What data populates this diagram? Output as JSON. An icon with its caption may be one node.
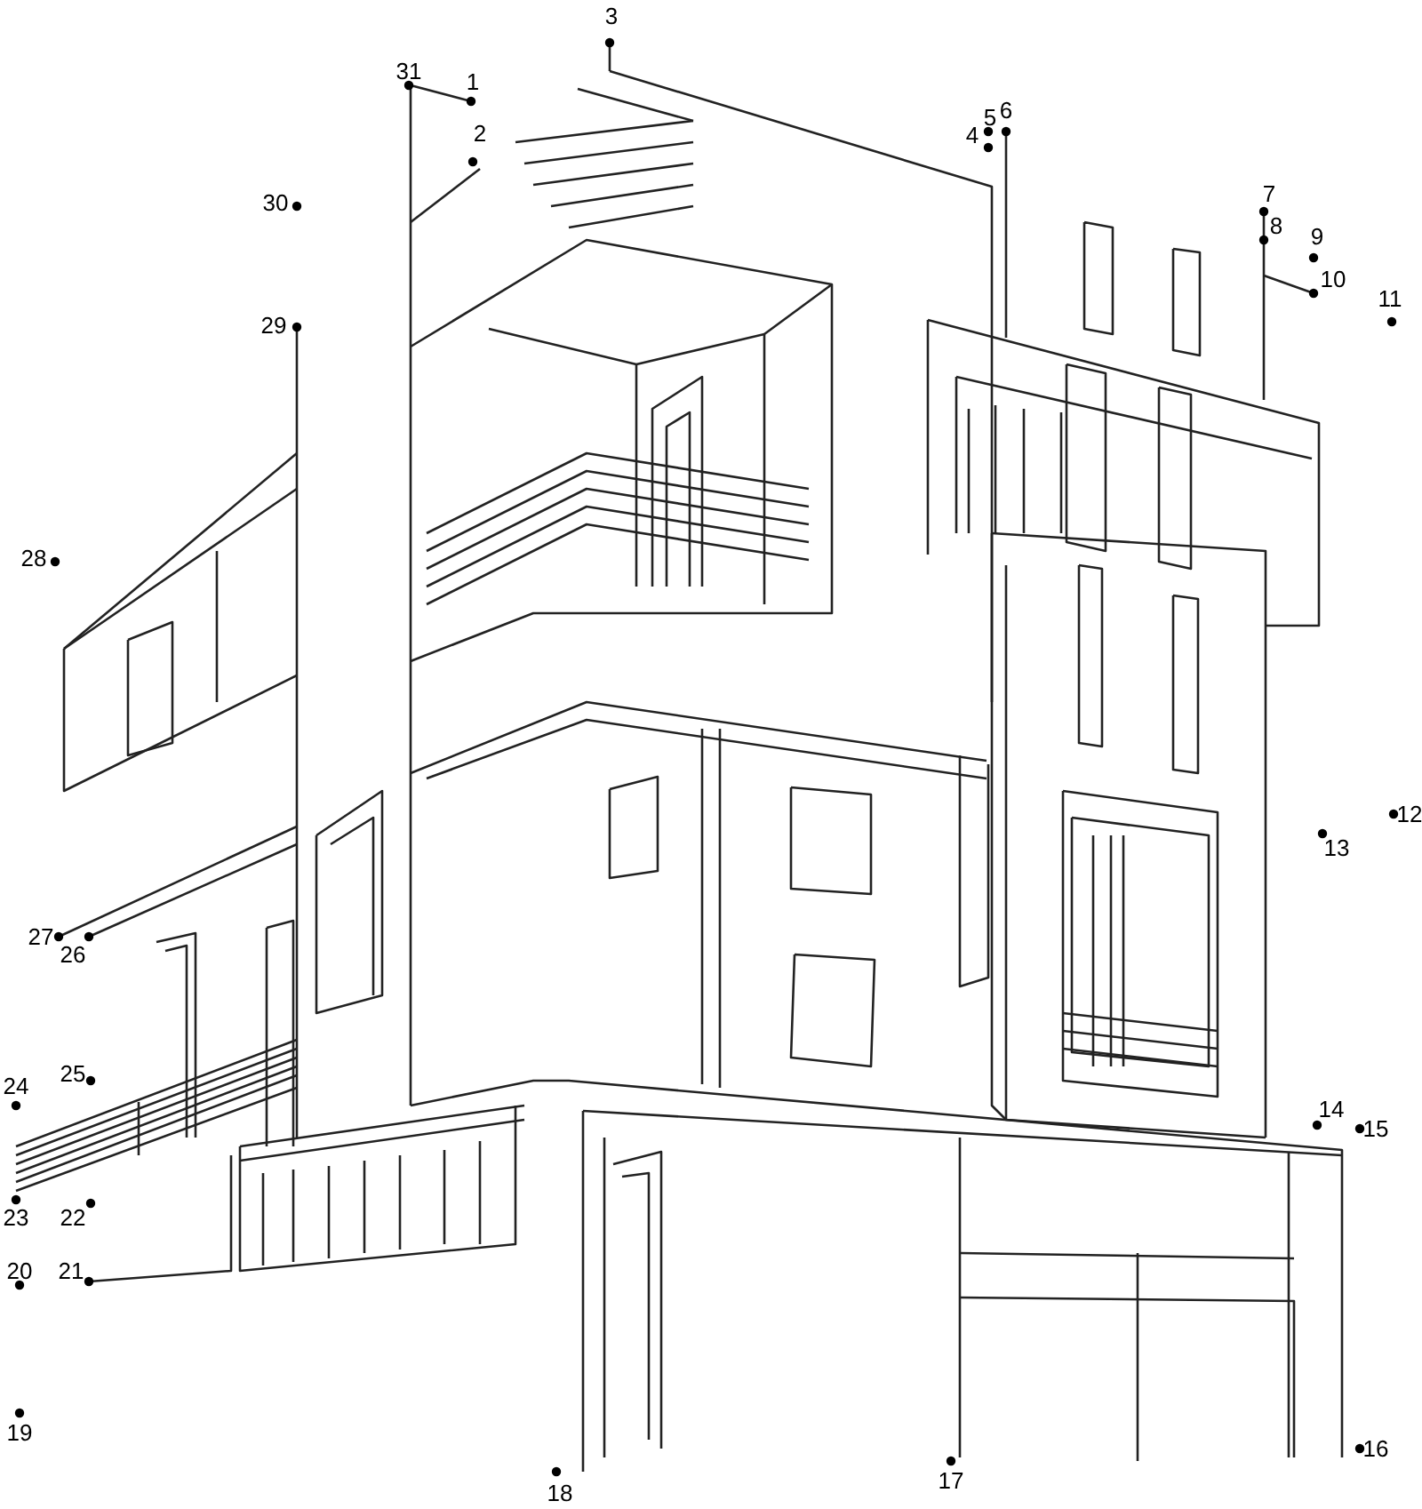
{
  "diagram": {
    "labels": [
      "1",
      "2",
      "3",
      "4",
      "5",
      "6",
      "7",
      "8",
      "9",
      "10",
      "11",
      "12",
      "13",
      "14",
      "15",
      "16",
      "17",
      "18",
      "19",
      "20",
      "21",
      "22",
      "23",
      "24",
      "25",
      "26",
      "27",
      "28",
      "29",
      "30",
      "31"
    ]
  }
}
